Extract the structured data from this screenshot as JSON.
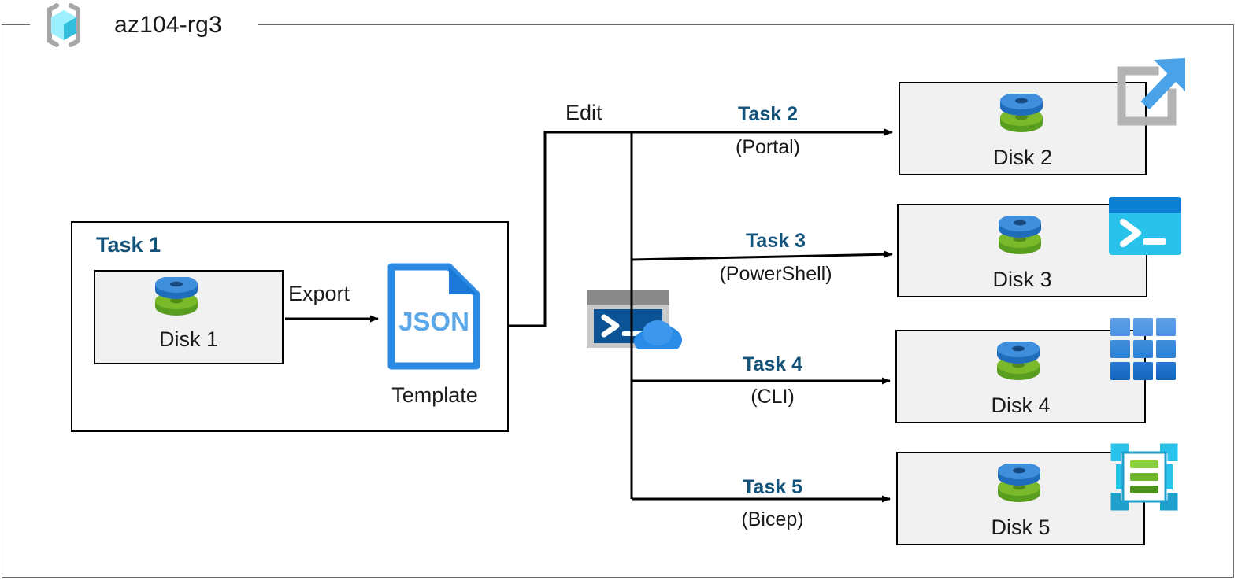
{
  "resource_group": {
    "name": "az104-rg3",
    "icon": "azure-resource-group-icon"
  },
  "task1": {
    "heading": "Task 1",
    "disk": {
      "label": "Disk 1",
      "icon": "managed-disk-icon"
    },
    "export_label": "Export",
    "template": {
      "file_type": "JSON",
      "caption": "Template",
      "icon": "json-file-icon"
    }
  },
  "edit": {
    "label": "Edit",
    "shell_icon": "cloud-shell-icon"
  },
  "branches": [
    {
      "task": "Task 2",
      "method": "(Portal)",
      "disk_label": "Disk 2",
      "tool_icon": "azure-portal-icon"
    },
    {
      "task": "Task 3",
      "method": "(PowerShell)",
      "disk_label": "Disk 3",
      "tool_icon": "powershell-icon"
    },
    {
      "task": "Task 4",
      "method": "(CLI)",
      "disk_label": "Disk 4",
      "tool_icon": "azure-cli-icon"
    },
    {
      "task": "Task 5",
      "method": "(Bicep)",
      "disk_label": "Disk 5",
      "tool_icon": "bicep-icon"
    }
  ],
  "colors": {
    "task_blue": "#14537a",
    "disk_top": "#3f8fdc",
    "disk_bottom": "#7ab929",
    "json_blue": "#2a8ae4",
    "portal_arrow": "#4aa3e8",
    "portal_bracket": "#b3b3b3",
    "powershell_body": "#29c2eb",
    "powershell_title": "#0a7fd4",
    "cli_tile": "#3f8fdc",
    "bicep_frame": "#29c2eb",
    "box_fill": "#f1f1f1",
    "frame_gray": "#6b6b6b"
  }
}
